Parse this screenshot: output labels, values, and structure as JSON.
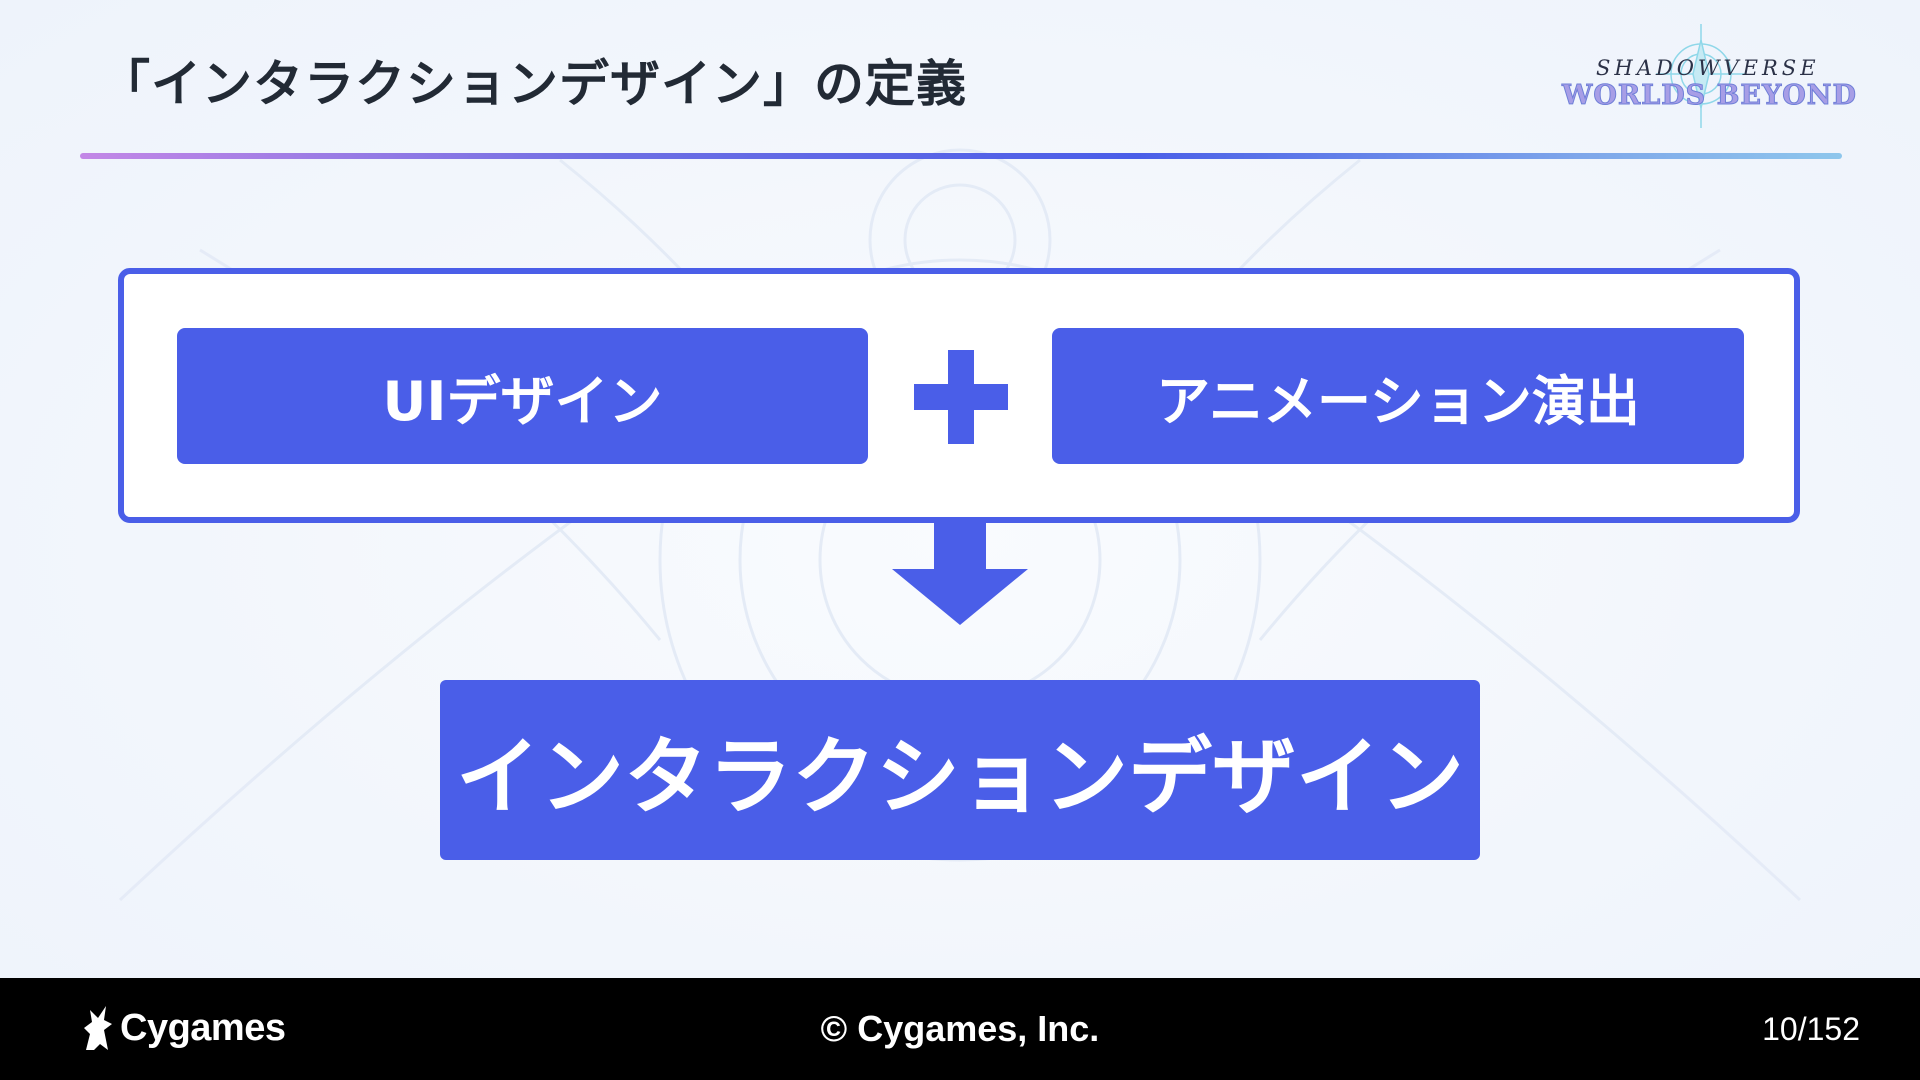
{
  "slide": {
    "title": "「インタラクションデザイン」の定義"
  },
  "logo": {
    "line1": "SHADOWVERSE",
    "line2": "WORLDS BEYOND"
  },
  "diagram": {
    "left_box": "UIデザイン",
    "operator_icon": "plus-icon",
    "right_box": "アニメーション演出",
    "arrow_icon": "arrow-down-icon",
    "result_box": "インタラクションデザイン"
  },
  "colors": {
    "accent": "#4a5ee8",
    "title_text": "#222a35",
    "footer_bg": "#000000"
  },
  "footer": {
    "brand": "Cygames",
    "copyright": "© Cygames, Inc.",
    "page_number": "10/152"
  }
}
